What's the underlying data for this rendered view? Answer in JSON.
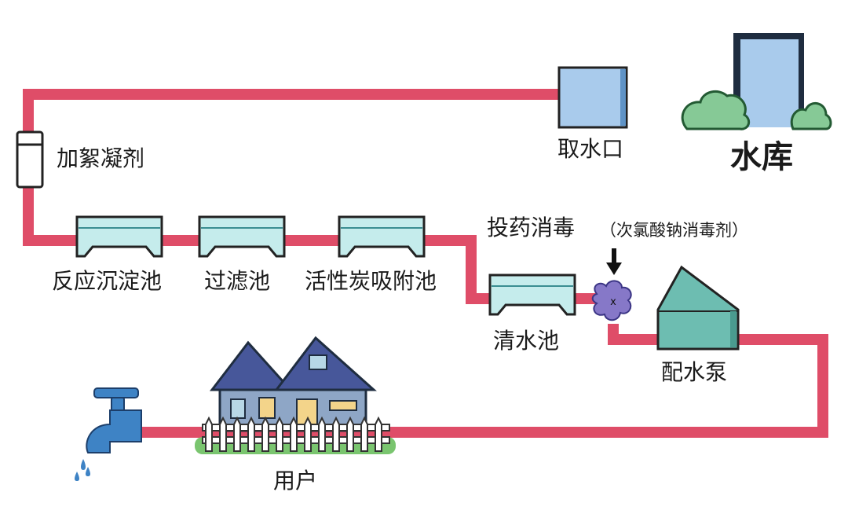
{
  "labels": {
    "reservoir": "水库",
    "intake": "取水口",
    "coagulant": "加絮凝剂",
    "sedimentation": "反应沉淀池",
    "filtration": "过滤池",
    "carbon": "活性炭吸附池",
    "disinfect_title": "投药消毒",
    "disinfect_note": "（次氯酸钠消毒剂）",
    "clear_water": "清水池",
    "pump": "配水泵",
    "user": "用户"
  },
  "colors": {
    "pipe": "#df4d68",
    "water": "#c5ecec",
    "tank_outline": "#222222",
    "reservoir_fill": "#a9cbec",
    "pump_fill": "#6dbdb1",
    "bush": "#86c996",
    "house_roof": "#47579a",
    "house_wall": "#8ea6c6",
    "faucet": "#3e83c5",
    "grass": "#7ac56f"
  },
  "icons": [
    "reservoir-icon",
    "bush-icon",
    "intake-icon",
    "coagulant-icon",
    "tank-icon",
    "arrow-down-icon",
    "bacteria-icon",
    "pump-house-icon",
    "house-icon",
    "fence-icon",
    "faucet-icon",
    "water-drop-icon"
  ]
}
